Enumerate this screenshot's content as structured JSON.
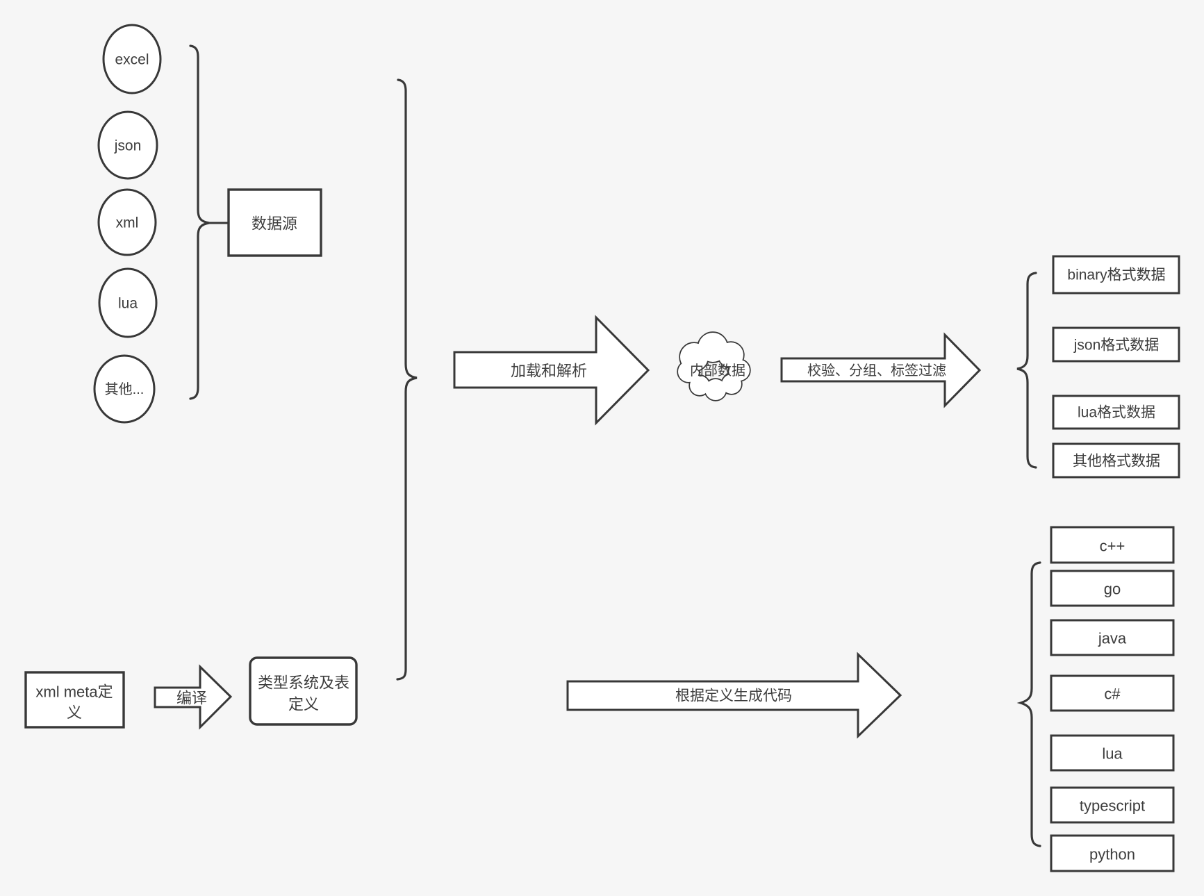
{
  "colors": {
    "background": "#f6f6f6",
    "stroke": "#383838",
    "text": "#3d3d3d",
    "shape_fill": "#ffffff"
  },
  "sources": {
    "nodes": [
      "excel",
      "json",
      "xml",
      "lua",
      "其他..."
    ],
    "group_box_label": "数据源"
  },
  "data_pipeline": {
    "load_parse_arrow_label": "加载和解析",
    "internal_data_cloud_label": "内部数据",
    "filter_arrow_label": "校验、分组、标签过滤",
    "output_format_boxes": [
      "binary格式数据",
      "json格式数据",
      "lua格式数据",
      "其他格式数据"
    ]
  },
  "code_pipeline": {
    "xml_meta_box": {
      "line1": "xml meta定",
      "line2": "义"
    },
    "compile_arrow_label": "编译",
    "type_system_box": {
      "line1": "类型系统及表",
      "line2": "定义"
    },
    "codegen_arrow_label": "根据定义生成代码",
    "language_boxes": [
      "c++",
      "go",
      "java",
      "c#",
      "lua",
      "typescript",
      "python"
    ]
  }
}
